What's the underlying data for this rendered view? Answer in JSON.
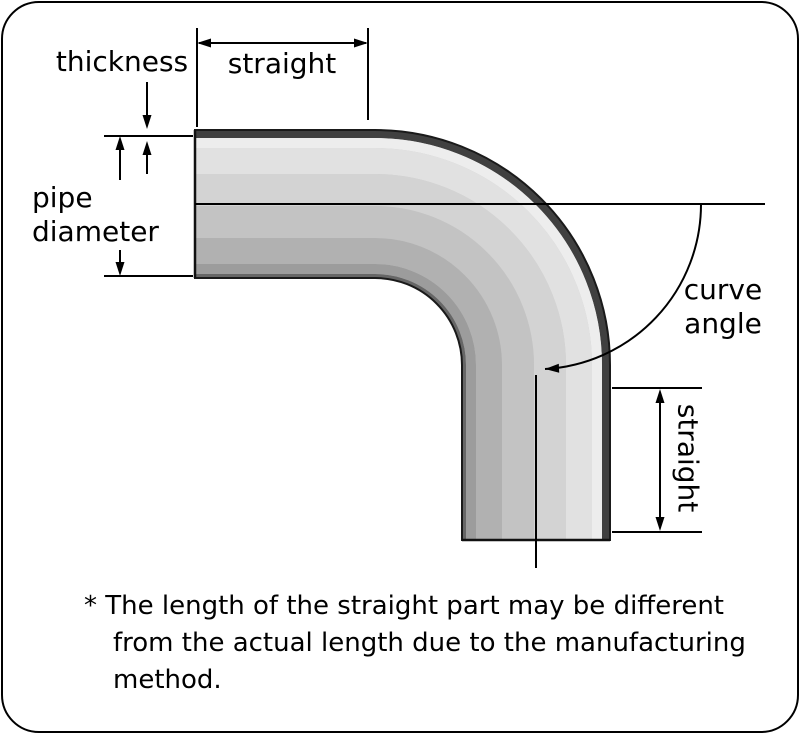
{
  "diagram": {
    "labels": {
      "thickness": "thickness",
      "straight_top": "straight",
      "pipe_diameter": {
        "line1": "pipe",
        "line2": "diameter"
      },
      "curve_angle": {
        "line1": "curve",
        "line2": "angle"
      },
      "straight_right": "straight"
    }
  },
  "note": {
    "line1": "* The length of the straight part may be different",
    "line2": "from the actual length due to the manufacturing",
    "line3": "method."
  },
  "colors": {
    "line": "#000000",
    "background": "#ffffff",
    "pipe_outer_edge": "#404040",
    "pipe_highlight": "#ededed",
    "pipe_body": "#cccccc",
    "pipe_inner_edge": "#666666"
  }
}
